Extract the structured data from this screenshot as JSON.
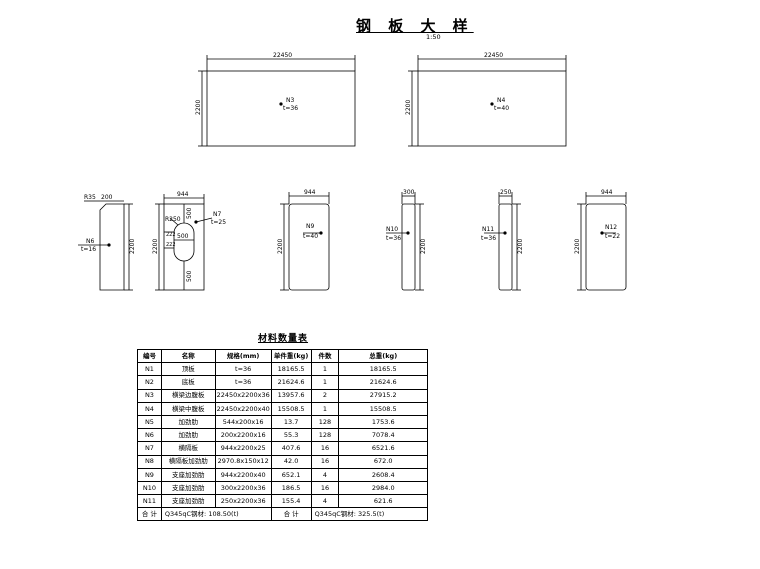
{
  "title": "钢 板 大 样",
  "scale": "1:50",
  "plates": {
    "n3": {
      "width_dim": "22450",
      "height_dim": "2200",
      "label": "N3",
      "thickness": "t=36"
    },
    "n4": {
      "width_dim": "22450",
      "height_dim": "2200",
      "label": "N4",
      "thickness": "t=40"
    },
    "n6": {
      "radius": "R35",
      "width_dim": "200",
      "height_dim": "2200",
      "label": "N6",
      "thickness": "t=16"
    },
    "n7": {
      "width_dim": "944",
      "height_dim": "2200",
      "label": "N7",
      "thickness": "t=25",
      "radius": "R250",
      "dim_top": "500",
      "dim_bottom": "500",
      "dim_hole_width": "500",
      "dim_left_a": "222",
      "dim_left_b": "222"
    },
    "n9": {
      "width_dim": "944",
      "height_dim": "2200",
      "label": "N9",
      "thickness": "t=40"
    },
    "n10": {
      "width_dim": "300",
      "height_dim": "2200",
      "label": "N10",
      "thickness": "t=36"
    },
    "n11": {
      "width_dim": "250",
      "height_dim": "2200",
      "label": "N11",
      "thickness": "t=36"
    },
    "n12": {
      "width_dim": "944",
      "height_dim": "2200",
      "label": "N12",
      "thickness": "t=22"
    }
  },
  "table": {
    "title": "材料数量表",
    "headers": [
      "编号",
      "名称",
      "规格(mm)",
      "单件重(kg)",
      "件数",
      "总重(kg)"
    ],
    "rows": [
      [
        "N1",
        "顶板",
        "t=36",
        "18165.5",
        "1",
        "18165.5"
      ],
      [
        "N2",
        "底板",
        "t=36",
        "21624.6",
        "1",
        "21624.6"
      ],
      [
        "N3",
        "横梁边腹板",
        "22450x2200x36",
        "13957.6",
        "2",
        "27915.2"
      ],
      [
        "N4",
        "横梁中腹板",
        "22450x2200x40",
        "15508.5",
        "1",
        "15508.5"
      ],
      [
        "N5",
        "加劲肋",
        "544x200x16",
        "13.7",
        "128",
        "1753.6"
      ],
      [
        "N6",
        "加劲肋",
        "200x2200x16",
        "55.3",
        "128",
        "7078.4"
      ],
      [
        "N7",
        "横隔板",
        "944x2200x25",
        "407.6",
        "16",
        "6521.6"
      ],
      [
        "N8",
        "横隔板加劲肋",
        "2970.8x150x12",
        "42.0",
        "16",
        "672.0"
      ],
      [
        "N9",
        "支座加劲肋",
        "944x2200x40",
        "652.1",
        "4",
        "2608.4"
      ],
      [
        "N10",
        "支座加劲肋",
        "300x2200x36",
        "186.5",
        "16",
        "2984.0"
      ],
      [
        "N11",
        "支座加劲肋",
        "250x2200x36",
        "155.4",
        "4",
        "621.6"
      ]
    ],
    "footer": {
      "left_label": "合 计",
      "left_value": "Q345qC钢材: 108.50(t)",
      "right_label": "合 计",
      "right_value": "Q345qC钢材: 325.5(t)"
    }
  }
}
